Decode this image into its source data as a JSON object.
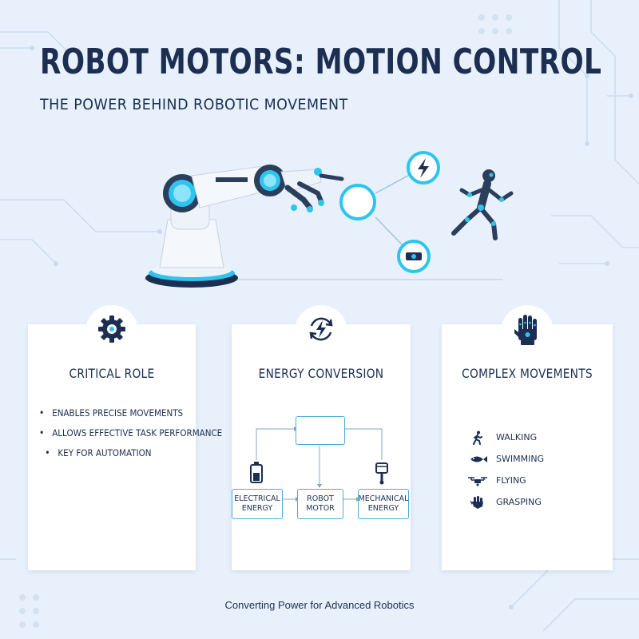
{
  "header": {
    "title": "ROBOT MOTORS: MOTION CONTROL",
    "subtitle": "THE POWER BEHIND ROBOTIC MOVEMENT"
  },
  "hero": {
    "icons": [
      "robot-arm-icon",
      "lightning-icon",
      "motor-icon",
      "running-robot-icon"
    ]
  },
  "cards": {
    "critical_role": {
      "title": "CRITICAL ROLE",
      "icon": "gear-icon",
      "bullets": [
        "ENABLES PRECISE MOVEMENTS",
        "ALLOWS EFFECTIVE TASK PERFORMANCE",
        "KEY FOR AUTOMATION"
      ]
    },
    "energy_conversion": {
      "title": "ENERGY CONVERSION",
      "icon": "energy-cycle-icon",
      "electrical": [
        "ELECTRICAL",
        "ENERGY"
      ],
      "motor": [
        "ROBOT",
        "MOTOR"
      ],
      "mechanical": [
        "MECHANICAL",
        "ENERGY"
      ]
    },
    "complex_movements": {
      "title": "COMPLEX MOVEMENTS",
      "icon": "robot-hand-icon",
      "items": [
        {
          "label": "WALKING",
          "icon": "walking-icon"
        },
        {
          "label": "SWIMMING",
          "icon": "fish-icon"
        },
        {
          "label": "FLYING",
          "icon": "drone-icon"
        },
        {
          "label": "GRASPING",
          "icon": "grasping-icon"
        }
      ]
    }
  },
  "footer": {
    "text": "Converting Power for Advanced Robotics"
  },
  "colors": {
    "accent": "#2ec4f0",
    "navy": "#1c2f52",
    "background": "#e8f1fb",
    "line": "#4fa9d9"
  }
}
